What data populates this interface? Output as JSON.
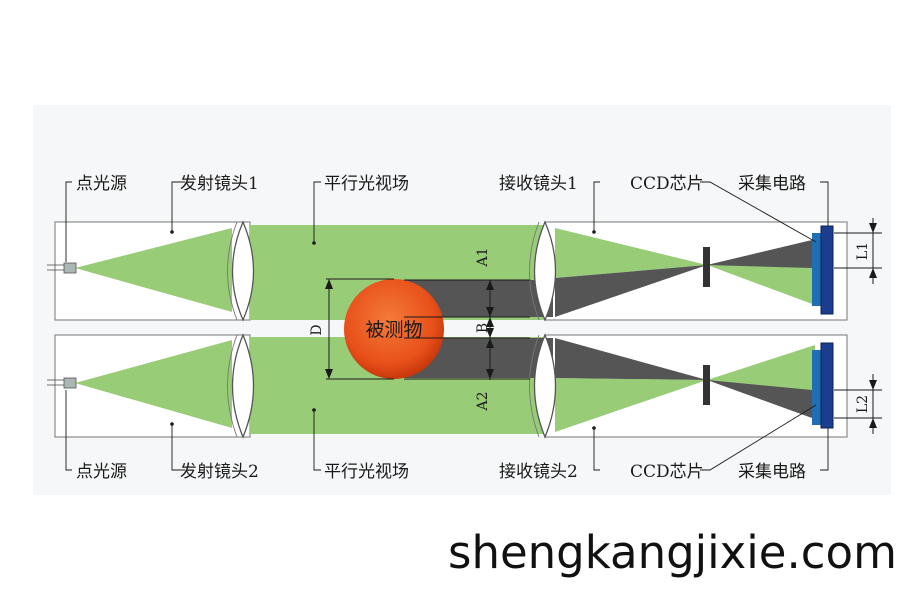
{
  "diagram": {
    "labels_top": {
      "source": "点光源",
      "emit_lens": "发射镜头1",
      "field": "平行光视场",
      "recv_lens": "接收镜头1",
      "ccd": "CCD芯片",
      "circuit": "采集电路"
    },
    "labels_bottom": {
      "source": "点光源",
      "emit_lens": "发射镜头2",
      "field": "平行光视场",
      "recv_lens": "接收镜头2",
      "ccd": "CCD芯片",
      "circuit": "采集电路"
    },
    "object_label": "被测物",
    "dimensions": {
      "A1": "A1",
      "B": "B",
      "A2": "A2",
      "D": "D",
      "L1": "L1",
      "L2": "L2"
    },
    "colors": {
      "beam": "#99cc77",
      "shadow": "#555555",
      "object": "#e8501a",
      "sensor": "#1a3d8f",
      "sensor_edge": "#0d2258",
      "frame": "#8c8c8c"
    }
  },
  "watermark": "shengkangjixie.com"
}
